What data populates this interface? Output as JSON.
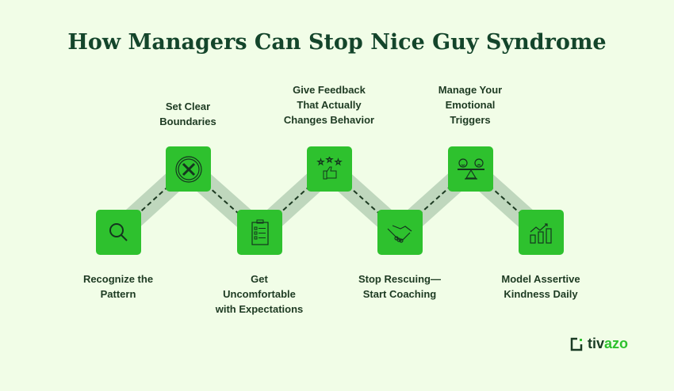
{
  "title": "How Managers Can Stop Nice Guy Syndrome",
  "steps": [
    {
      "label1": "Recognize the",
      "label2": "Pattern",
      "label3": "",
      "icon": "search-icon"
    },
    {
      "label1": "Set Clear",
      "label2": "Boundaries",
      "label3": "",
      "icon": "x-circle-icon"
    },
    {
      "label1": "Get",
      "label2": "Uncomfortable",
      "label3": "with Expectations",
      "icon": "clipboard-icon"
    },
    {
      "label1": "Give Feedback",
      "label2": "That Actually",
      "label3": "Changes Behavior",
      "icon": "thumbs-up-stars-icon"
    },
    {
      "label1": "Stop Rescuing—",
      "label2": "Start Coaching",
      "label3": "",
      "icon": "handshake-icon"
    },
    {
      "label1": "Manage Your",
      "label2": "Emotional",
      "label3": "Triggers",
      "icon": "balance-emotions-icon"
    },
    {
      "label1": "Model Assertive",
      "label2": "Kindness Daily",
      "label3": "",
      "icon": "growth-chart-icon"
    }
  ],
  "brand": {
    "name_a": "tiv",
    "name_b": "azo"
  },
  "colors": {
    "bg": "#f1fde7",
    "box": "#2ec12e",
    "band": "#bfd7bd",
    "title": "#14452b"
  }
}
